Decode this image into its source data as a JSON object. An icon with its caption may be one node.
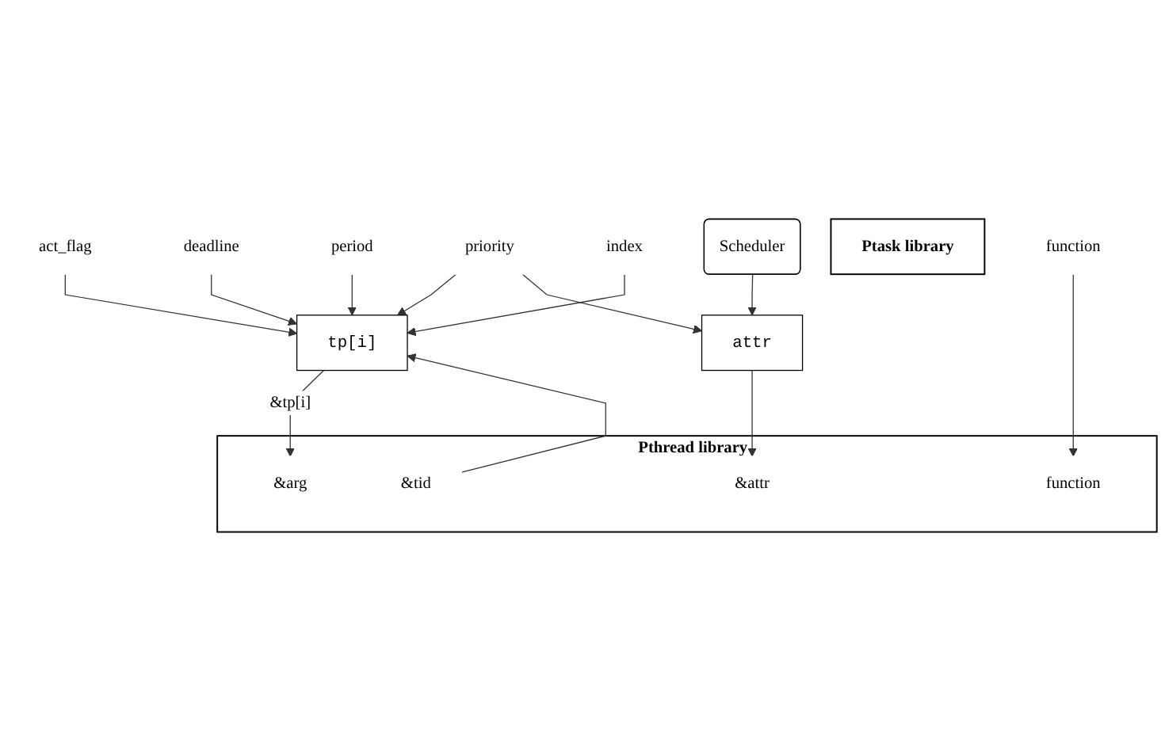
{
  "diagram": {
    "nodes": [
      {
        "text": [
          "function"
        ]
      },
      {
        "text": [
          "index"
        ]
      },
      {
        "text": [
          "period"
        ]
      },
      {
        "text": [
          "deadline"
        ]
      },
      {
        "text": [
          "priority"
        ]
      },
      {
        "text": [
          "act_flag"
        ]
      },
      {
        "text": [
          "Ptask library"
        ]
      },
      {
        "text": [
          "tp[i]"
        ]
      },
      {
        "text": [
          "attr"
        ]
      },
      {
        "text": [
          "Scheduler"
        ]
      },
      {
        "text": [
          "Pthread library"
        ]
      },
      {
        "text": [
          "&tid"
        ],
        "in": 10
      },
      {
        "text": [
          "&attr"
        ],
        "in": 10
      },
      {
        "text": [
          "function"
        ],
        "in": 10
      },
      {
        "text": [
          "&arg"
        ],
        "in": 10
      }
    ],
    "edges": [
      {
        "from": 5,
        "to": 7,
        "arrow": "to"
      },
      {
        "from": 4,
        "to": 7,
        "arrow": "to"
      },
      {
        "from": 3,
        "to": 7,
        "arrow": "to"
      },
      {
        "from": 2,
        "to": 7,
        "arrow": "to"
      },
      {
        "from": 1,
        "to": 7,
        "arrow": "to"
      },
      {
        "from": 0,
        "to": 13,
        "arrow": "to"
      },
      {
        "from": 4,
        "to": 8,
        "arrow": "to"
      },
      {
        "from": 11,
        "to": 7,
        "arrow": "to"
      },
      {
        "from": 9,
        "to": 8,
        "arrow": "to"
      },
      {
        "from": 8,
        "to": 12,
        "arrow": "to"
      },
      {
        "from": 7,
        "to": 14,
        "label": "&tp[i]",
        "arrow": "to"
      }
    ]
  }
}
